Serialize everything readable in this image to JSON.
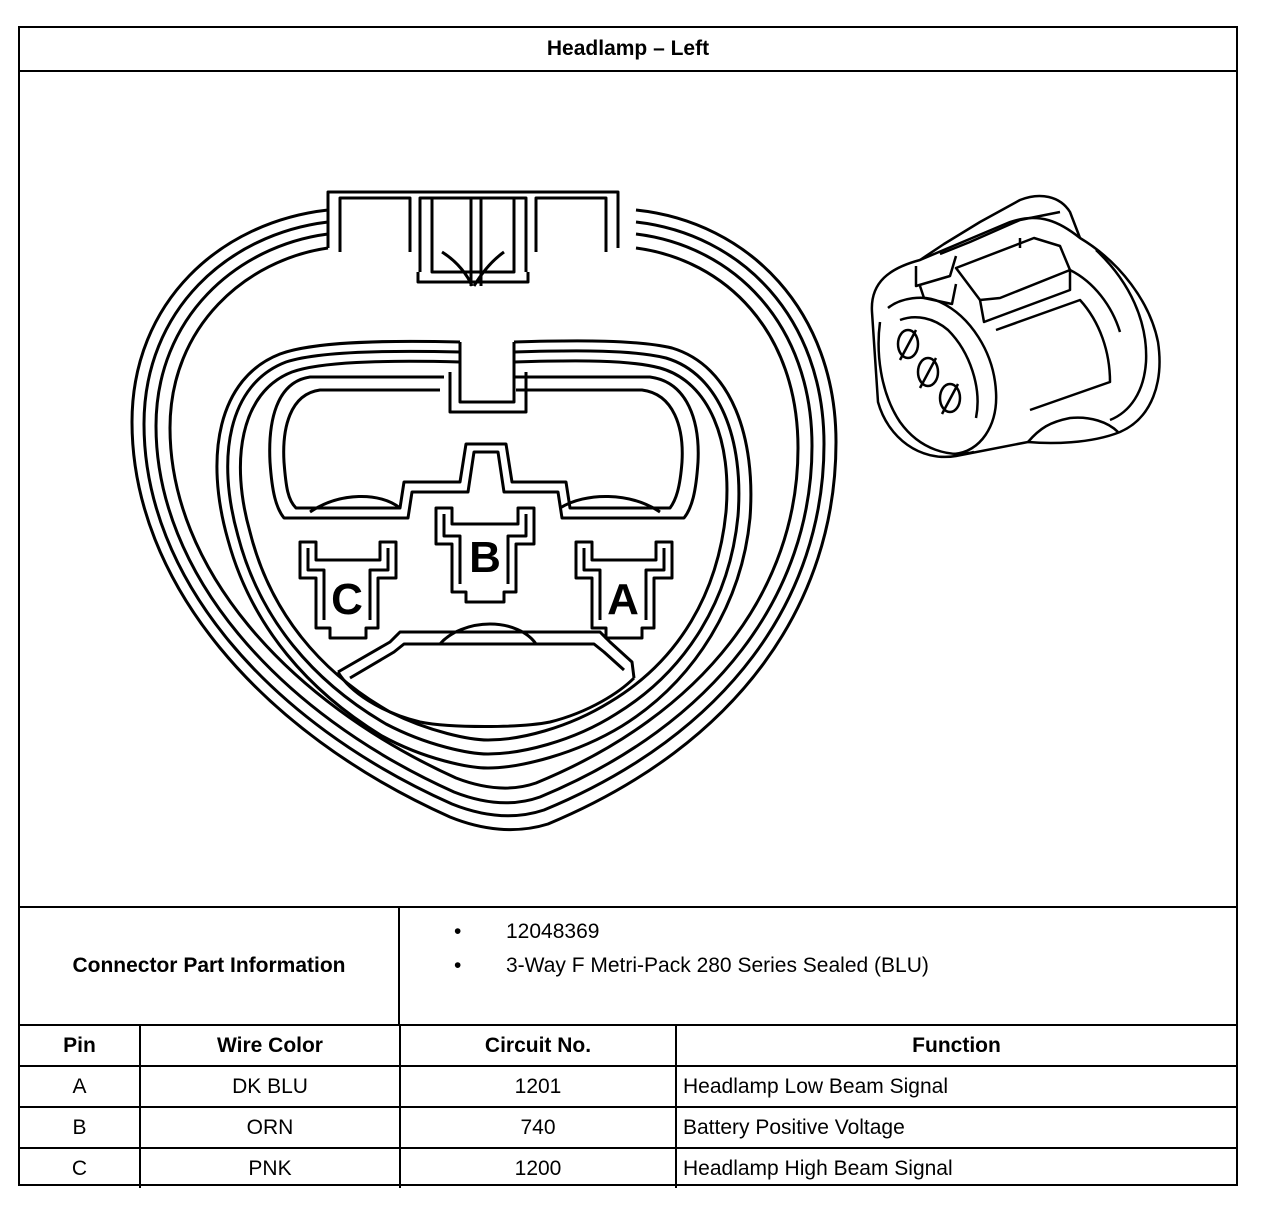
{
  "title": "Headlamp – Left",
  "diagram": {
    "terminal_labels": [
      "C",
      "B",
      "A"
    ],
    "stroke_color": "#000000"
  },
  "connector_info": {
    "label": "Connector Part Information",
    "items": [
      "12048369",
      "3-Way F Metri-Pack 280 Series Sealed (BLU)"
    ]
  },
  "pin_table": {
    "headers": [
      "Pin",
      "Wire Color",
      "Circuit No.",
      "Function"
    ],
    "rows": [
      {
        "pin": "A",
        "wire_color": "DK BLU",
        "circuit": "1201",
        "function": "Headlamp Low Beam Signal"
      },
      {
        "pin": "B",
        "wire_color": "ORN",
        "circuit": "740",
        "function": "Battery Positive Voltage"
      },
      {
        "pin": "C",
        "wire_color": "PNK",
        "circuit": "1200",
        "function": "Headlamp High Beam Signal"
      }
    ]
  }
}
